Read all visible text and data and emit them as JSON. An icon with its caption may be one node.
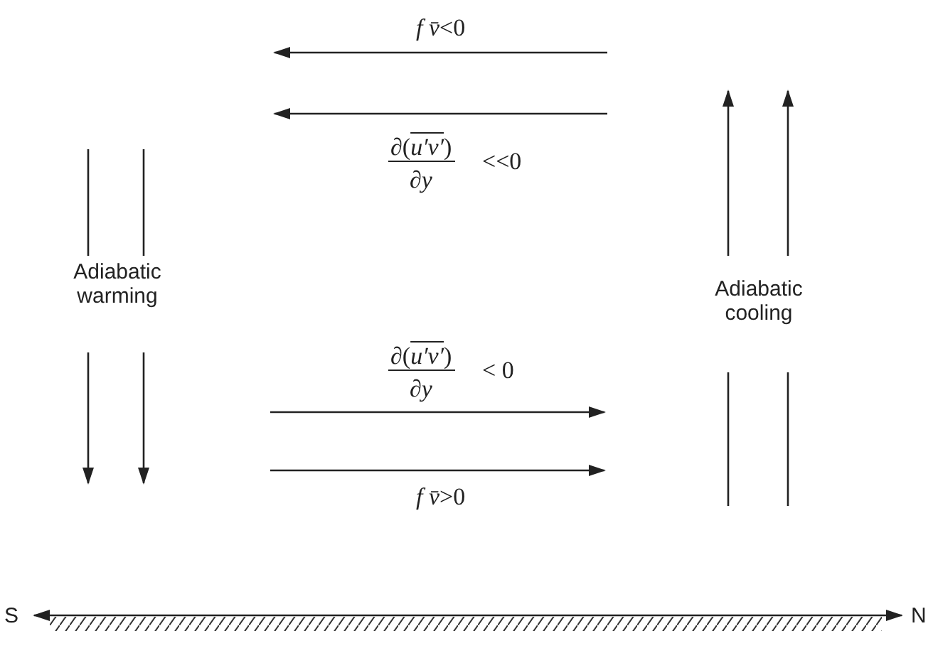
{
  "diagram": {
    "labels": [
      "*f* *v̄*<0",
      "∂(*u′v′*)",
      "∂*y*",
      "<<0",
      "Adiabatic warming",
      "Adiabatic cooling",
      "∂(*u′v′*)",
      "∂*y*",
      "< 0",
      "*f* *v̄*>0",
      "S",
      "N"
    ]
  }
}
